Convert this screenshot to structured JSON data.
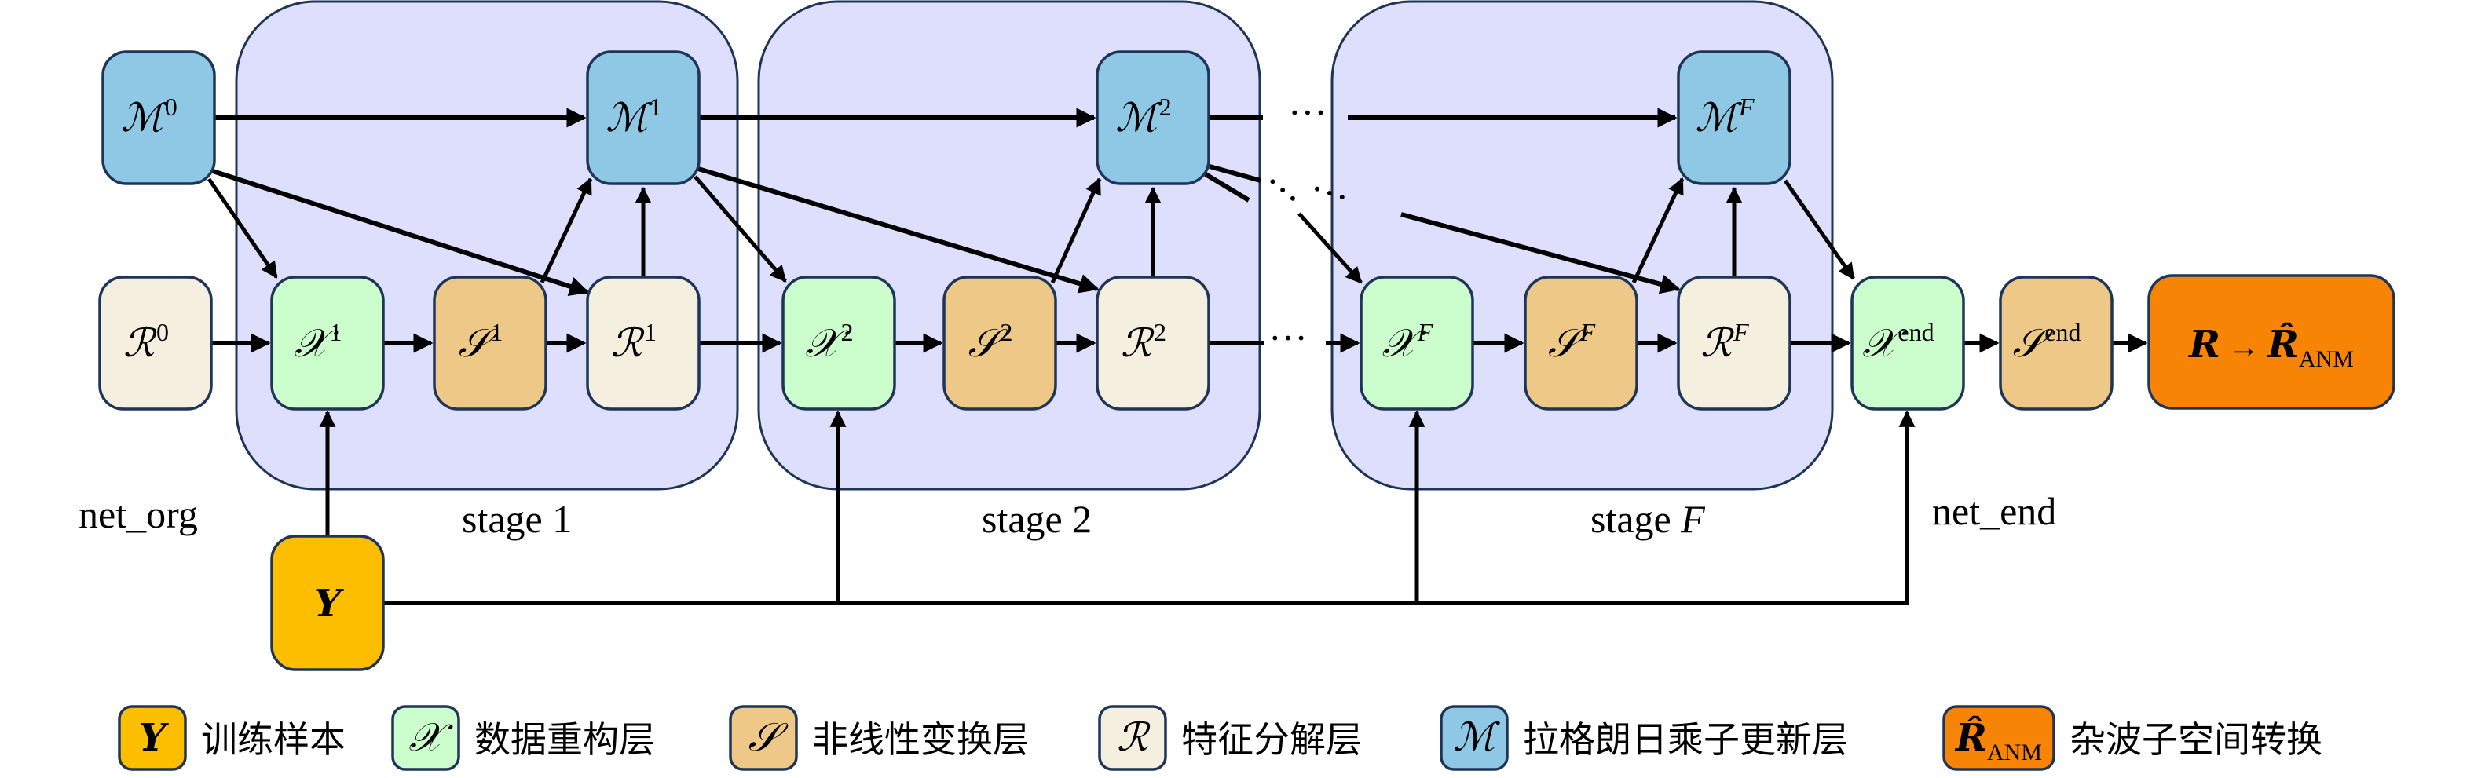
{
  "colors": {
    "panel": "#dddffd",
    "M": "#8fc8e5",
    "X": "#ccfdcc",
    "S": "#eec887",
    "R": "#f4efdf",
    "Y": "#fdbe00",
    "out": "#f88405",
    "stroke": "#1f3557"
  },
  "stages": [
    {
      "label": "stage 1",
      "id": "1"
    },
    {
      "label": "stage 2",
      "id": "2"
    },
    {
      "label": "stage ",
      "label_italic": "F",
      "id": "F"
    }
  ],
  "labels": {
    "net_org": "net_org",
    "net_end": "net_end"
  },
  "nodes": {
    "M0": {
      "sym": "ℳ",
      "sup": "0"
    },
    "M1": {
      "sym": "ℳ",
      "sup": "1"
    },
    "M2": {
      "sym": "ℳ",
      "sup": "2"
    },
    "MF": {
      "sym": "ℳ",
      "sup": "F"
    },
    "R0": {
      "sym": "ℛ",
      "sup": "0"
    },
    "X1": {
      "sym": "𝒳",
      "sup": "1"
    },
    "S1": {
      "sym": "𝒮",
      "sup": "1"
    },
    "R1": {
      "sym": "ℛ",
      "sup": "1"
    },
    "X2": {
      "sym": "𝒳",
      "sup": "2"
    },
    "S2": {
      "sym": "𝒮",
      "sup": "2"
    },
    "R2": {
      "sym": "ℛ",
      "sup": "2"
    },
    "XF": {
      "sym": "𝒳",
      "sup": "F"
    },
    "SF": {
      "sym": "𝒮",
      "sup": "F"
    },
    "RF": {
      "sym": "ℛ",
      "sup": "F"
    },
    "Xend": {
      "sym": "𝒳",
      "sup": "end"
    },
    "Send": {
      "sym": "𝒮",
      "sup": "end"
    },
    "Y": {
      "sym": "Y"
    },
    "out": {
      "left": "R",
      "arrow": "→",
      "right": "R̂",
      "sub": "ANM"
    }
  },
  "ellipsis": "···",
  "legend": [
    {
      "sym": "Y",
      "text": "训练样本",
      "color_key": "Y"
    },
    {
      "sym": "𝒳",
      "text": "数据重构层",
      "color_key": "X"
    },
    {
      "sym": "𝒮",
      "text": "非线性变换层",
      "color_key": "S"
    },
    {
      "sym": "ℛ",
      "text": "特征分解层",
      "color_key": "R"
    },
    {
      "sym": "ℳ",
      "text": "拉格朗日乘子更新层",
      "color_key": "M"
    },
    {
      "sym": "R̂",
      "sub": "ANM",
      "text": "杂波子空间转换",
      "color_key": "out"
    }
  ]
}
